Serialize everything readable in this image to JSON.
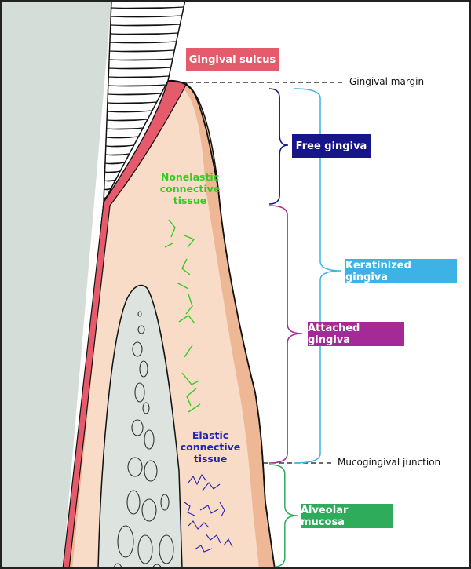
{
  "labels": {
    "gingival_sulcus": "Gingival sulcus",
    "free_gingiva": "Free gingiva",
    "keratinized_gingiva": "Keratinized gingiva",
    "attached_gingiva": "Attached gingiva",
    "alveolar_mucosa": "Alveolar mucosa",
    "gingival_margin": "Gingival margin",
    "mucogingival_junction": "Mucogingival junction",
    "nonelastic": [
      "Nonelastic",
      "connective",
      "tissue"
    ],
    "elastic": [
      "Elastic",
      "connective",
      "tissue"
    ]
  },
  "colors": {
    "gingival_sulcus": "#e65b6c",
    "free_gingiva": "#16168a",
    "keratinized_gingiva": "#3db2e4",
    "attached_gingiva": "#a42a98",
    "alveolar_mucosa": "#2fab5c",
    "nonelastic_fibers": "#33cc22",
    "elastic_fibers": "#2323b8",
    "tooth": "#d5ddd8",
    "gingiva_inner": "#f8dcc8",
    "gingiva_outer": "#eeb897",
    "bone": "#dde4df"
  }
}
